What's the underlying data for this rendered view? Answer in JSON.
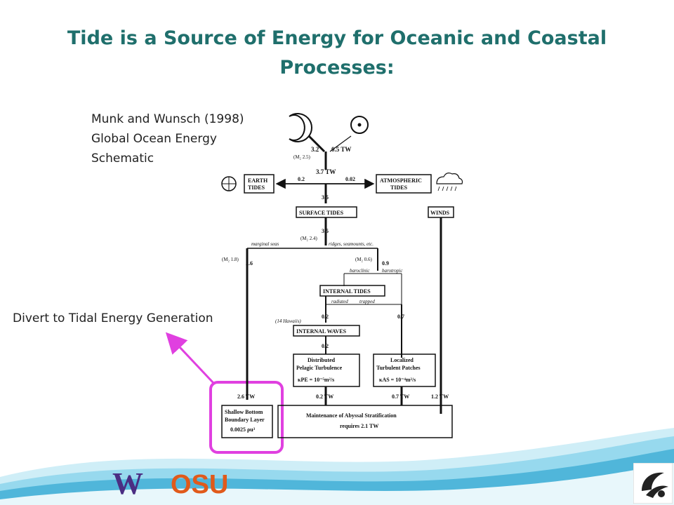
{
  "slide": {
    "title": "Tide is a Source of Energy for Oceanic and Coastal Processes:",
    "citation_lines": [
      "Munk and Wunsch (1998)",
      "Global Ocean Energy",
      "Schematic"
    ],
    "callout": "Divert to Tidal Energy Generation"
  },
  "diagram": {
    "moon_value": "3.2",
    "moon_note": "(M₂ 2.5)",
    "sun_value": "0.5 TW",
    "total": "3.7 TW",
    "earth_tides_line1": "EARTH",
    "earth_tides_line2": "TIDES",
    "earth_value": "0.2",
    "atmo_value": "0.02",
    "atmo_line1": "ATMOSPHERIC",
    "atmo_line2": "TIDES",
    "to_surface": "3.5",
    "surface_tides": "SURFACE TIDES",
    "winds": "WINDS",
    "surface_out": "3.5",
    "surface_note": "(M₂ 2.4)",
    "marginal_seas": "marginal seas",
    "ridges": "ridges, seamounts, etc.",
    "left_note": "(M₂ 1.8)",
    "left_value": "2.6",
    "right_note": "(M₂ 0.6)",
    "right_value": "0.9",
    "baroclinic": "baroclinic",
    "barotropic": "barotropic",
    "internal_tides": "INTERNAL TIDES",
    "radiated": "radiated",
    "trapped": "trapped",
    "hawaiis": "(14 Hawaiis)",
    "radiated_value": "0.2",
    "trapped_value": "0.7",
    "internal_waves": "INTERNAL WAVES",
    "waves_value": "0.2",
    "dist_line1": "Distributed",
    "dist_line2": "Pelagic Turbulence",
    "dist_line3": "κPE = 10⁻⁵m²/s",
    "loc_line1": "Localized",
    "loc_line2": "Turbulent Patches",
    "loc_line3": "κAS = 10⁻⁴m²/s",
    "shallow_value": "2.6 TW",
    "dist_out": "0.2 TW",
    "loc_out": "0.7 TW",
    "winds_out": "1.2 TW",
    "shallow_line1": "Shallow Bottom",
    "shallow_line2": "Boundary Layer",
    "shallow_line3": "0.0025 ρu³",
    "abyssal_line1": "Maintenance of Abyssal Stratification",
    "abyssal_line2": "requires 2.1 TW"
  },
  "colors": {
    "title": "#1f6f6c",
    "highlight": "#e040e0",
    "logo_w": "#4b2e83",
    "logo_osu": "#e05a1b"
  },
  "footer": {
    "logo_w": "W",
    "logo_osu": "OSU"
  }
}
